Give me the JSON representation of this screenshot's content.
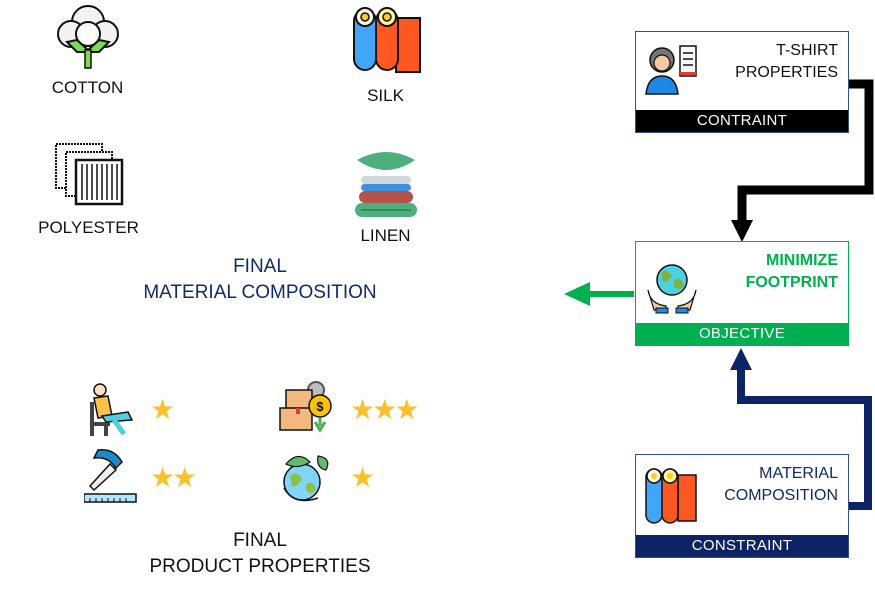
{
  "materials": [
    {
      "label": "COTTON",
      "icon": "cotton-icon"
    },
    {
      "label": "SILK",
      "icon": "silk-rolls-icon"
    },
    {
      "label": "POLYESTER",
      "icon": "polyester-fabric-icon"
    },
    {
      "label": "LINEN",
      "icon": "linen-stack-icon"
    }
  ],
  "material_title": {
    "line1": "FINAL",
    "line2": "MATERIAL COMPOSITION"
  },
  "properties": [
    {
      "name": "comfort",
      "icon": "relaxing-person-icon",
      "stars": 1,
      "stars_text": "★"
    },
    {
      "name": "cost",
      "icon": "boxes-cost-icon",
      "stars": 3,
      "stars_text": "★★★"
    },
    {
      "name": "durability",
      "icon": "hammer-icon",
      "stars": 2,
      "stars_text": "★★"
    },
    {
      "name": "eco",
      "icon": "eco-earth-icon",
      "stars": 1,
      "stars_text": "★"
    }
  ],
  "product_title": {
    "line1": "FINAL",
    "line2": "PRODUCT PROPERTIES"
  },
  "boxes": {
    "tshirt": {
      "line1": "T-SHIRT",
      "line2": "PROPERTIES",
      "band": "CONTRAINT",
      "band_color": "#000000",
      "text_color": "#111111"
    },
    "objective": {
      "line1": "MINIMIZE",
      "line2": "FOOTPRINT",
      "band": "OBJECTIVE",
      "band_color": "#00b050",
      "text_color": "#00b050"
    },
    "material": {
      "line1": "MATERIAL",
      "line2": "COMPOSITION",
      "band": "CONSTRAINT",
      "band_color": "#0d2366",
      "text_color": "#102a6b"
    }
  },
  "colors": {
    "green": "#00b050",
    "navy": "#0d2366",
    "black": "#000000",
    "star": "#fbc02d"
  }
}
